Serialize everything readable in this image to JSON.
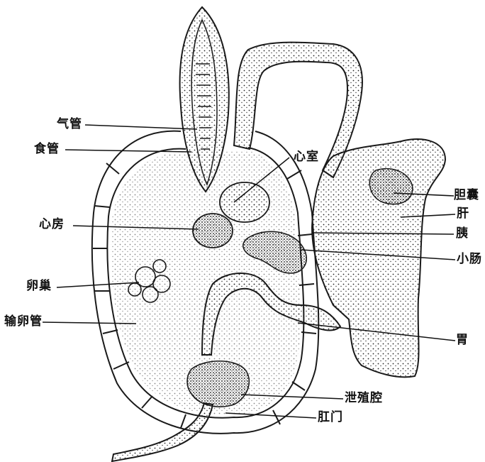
{
  "figure": {
    "ink_color": "#1a1a1a",
    "background": "#ffffff",
    "labels": {
      "trachea": "气管",
      "esophagus": "食管",
      "ventricle": "心室",
      "atrium": "心房",
      "ovary": "卵巢",
      "oviduct": "输卵管",
      "gallbladder": "胆囊",
      "liver": "肝",
      "pancreas": "胰",
      "small_intestine": "小肠",
      "stomach": "胃",
      "cloaca": "泄殖腔",
      "anus": "肛门"
    }
  }
}
